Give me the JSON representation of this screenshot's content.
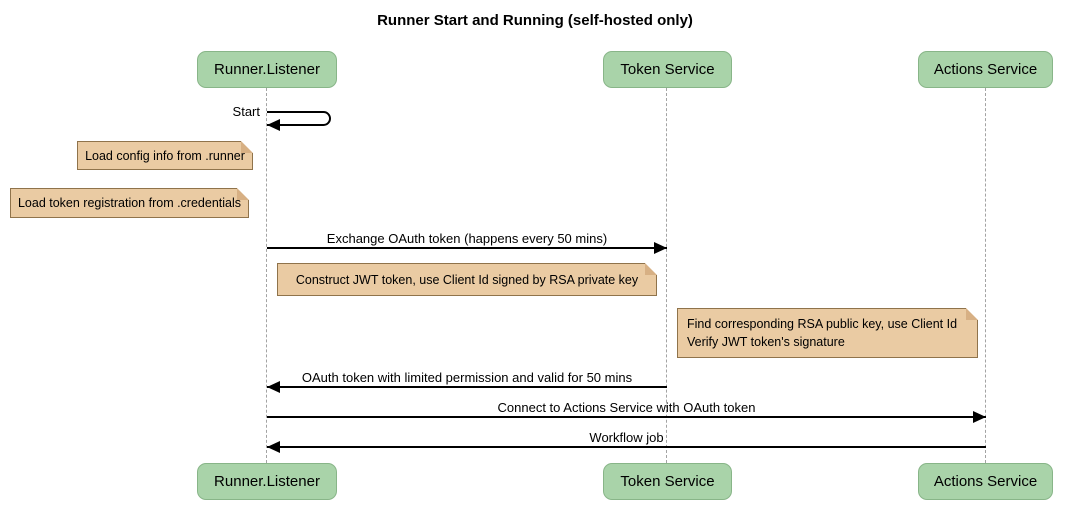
{
  "title": "Runner Start and Running (self-hosted only)",
  "participants": [
    {
      "label": "Runner.Listener"
    },
    {
      "label": "Token Service"
    },
    {
      "label": "Actions Service"
    }
  ],
  "messages": [
    {
      "label": "Start",
      "from": "Runner.Listener",
      "to": "Runner.Listener",
      "kind": "self"
    },
    {
      "label": "Exchange OAuth token (happens every 50 mins)",
      "from": "Runner.Listener",
      "to": "Token Service",
      "kind": "solid"
    },
    {
      "label": "OAuth token with limited permission and valid for 50 mins",
      "from": "Token Service",
      "to": "Runner.Listener",
      "kind": "solid"
    },
    {
      "label": "Connect to Actions Service with OAuth token",
      "from": "Runner.Listener",
      "to": "Actions Service",
      "kind": "solid"
    },
    {
      "label": "Workflow job",
      "from": "Actions Service",
      "to": "Runner.Listener",
      "kind": "solid"
    }
  ],
  "notes": [
    {
      "text": "Load config info from .runner",
      "anchor": "Runner.Listener"
    },
    {
      "text": "Load token registration from .credentials",
      "anchor": "Runner.Listener"
    },
    {
      "text": "Construct JWT token, use Client Id signed by RSA private key",
      "anchor": "Token Service"
    },
    {
      "text": "Find corresponding RSA public key, use Client Id\nVerify JWT token's signature",
      "anchor": "Actions Service"
    }
  ],
  "colors": {
    "participant_fill": "#a9d3a9",
    "participant_border": "#88b588",
    "note_fill": "#eacba3",
    "note_border": "#8f734b",
    "note_fold": "#d7b084",
    "lifeline": "#a3a3a3",
    "arrow": "#000000",
    "background": "#ffffff"
  }
}
